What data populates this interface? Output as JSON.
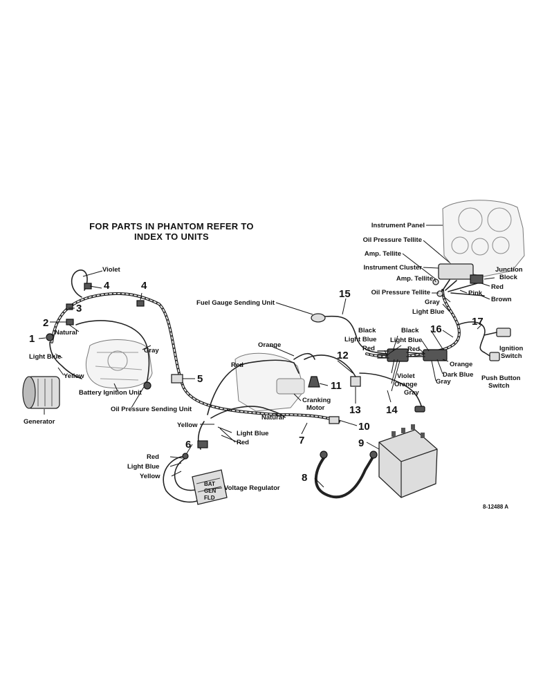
{
  "title": {
    "line1": "FOR PARTS IN PHANTOM REFER TO",
    "line2": "INDEX TO UNITS"
  },
  "callouts": {
    "n1": "1",
    "n2": "2",
    "n3": "3",
    "n4a": "4",
    "n4b": "4",
    "n5": "5",
    "n6": "6",
    "n7": "7",
    "n8": "8",
    "n9": "9",
    "n10": "10",
    "n11": "11",
    "n12": "12",
    "n13": "13",
    "n14": "14",
    "n15": "15",
    "n16": "16",
    "n17": "17"
  },
  "components": {
    "instrument_panel": "Instrument Panel",
    "oil_pressure_tellite_top": "Oil Pressure Tellite",
    "amp_tellite_top": "Amp. Tellite",
    "instrument_cluster": "Instrument Cluster",
    "junction_block_1": "Junction",
    "junction_block_2": "Block",
    "amp_tellite_lower": "Amp. Tellite",
    "oil_pressure_tellite_lower": "Oil Pressure Tellite",
    "fuel_gauge_sending_unit": "Fuel Gauge Sending Unit",
    "ignition_switch_1": "Ignition",
    "ignition_switch_2": "Switch",
    "push_button_switch_1": "Push Button",
    "push_button_switch_2": "Switch",
    "battery_ignition_unit": "Battery Ignition Unit",
    "oil_pressure_sending_unit": "Oil Pressure Sending Unit",
    "generator": "Generator",
    "cranking_motor_1": "Cranking",
    "cranking_motor_2": "Motor",
    "voltage_regulator": "Voltage Regulator"
  },
  "wires": {
    "violet_top": "Violet",
    "natural_left": "Natural",
    "light_blue_left": "Light Blue",
    "yellow_left": "Yellow",
    "gray_left": "Gray",
    "orange_center": "Orange",
    "red_center": "Red",
    "natural_center": "Natural",
    "yellow_center": "Yellow",
    "light_blue_center": "Light Blue",
    "red_center_low": "Red",
    "red_reg": "Red",
    "light_blue_reg": "Light Blue",
    "yellow_reg": "Yellow",
    "black_mid": "Black",
    "light_blue_mid": "Light Blue",
    "red_mid": "Red",
    "violet_mid": "Violet",
    "orange_mid": "Orange",
    "gray_mid": "Gray",
    "black_right": "Black",
    "light_blue_right": "Light Blue",
    "red_right": "Red",
    "orange_right": "Orange",
    "dark_blue_right": "Dark Blue",
    "gray_right": "Gray",
    "red_junction": "Red",
    "pink_junction": "Pink",
    "brown_junction": "Brown",
    "gray_junction": "Gray",
    "light_blue_junction": "Light Blue"
  },
  "regulator_terminals": {
    "t1": "BAT",
    "t2": "GEN",
    "t3": "FLD"
  },
  "figure_code": "8-12488 A"
}
